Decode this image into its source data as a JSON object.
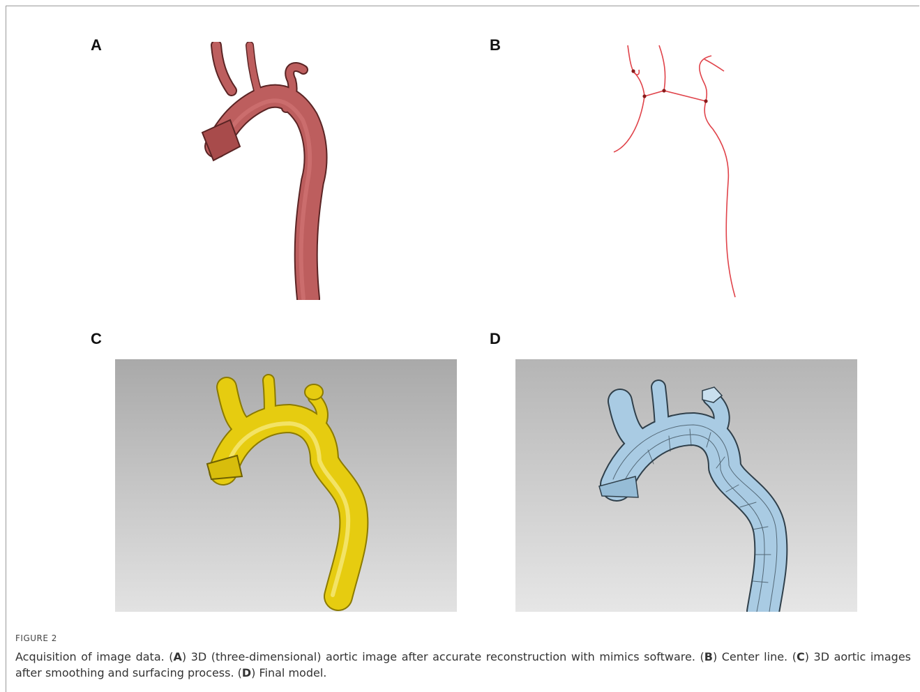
{
  "figure": {
    "panels": [
      {
        "letter": "A"
      },
      {
        "letter": "B"
      },
      {
        "letter": "C"
      },
      {
        "letter": "D"
      }
    ],
    "label": "FIGURE 2",
    "caption": {
      "intro": "Acquisition of image data. (",
      "a_letter": "A",
      "a_text": ") 3D (three-dimensional) aortic image after accurate reconstruction with mimics software. (",
      "b_letter": "B",
      "b_text": ") Center line. (",
      "c_letter": "C",
      "c_text": ") 3D aortic images after smoothing and surfacing process. (",
      "d_letter": "D",
      "d_text": ") Final model."
    },
    "colors": {
      "aorta_red": "#b85a5a",
      "centerline": "#e0434a",
      "surface_yellow": "#e3c80f",
      "mesh_blue": "#a9cbe3"
    }
  }
}
